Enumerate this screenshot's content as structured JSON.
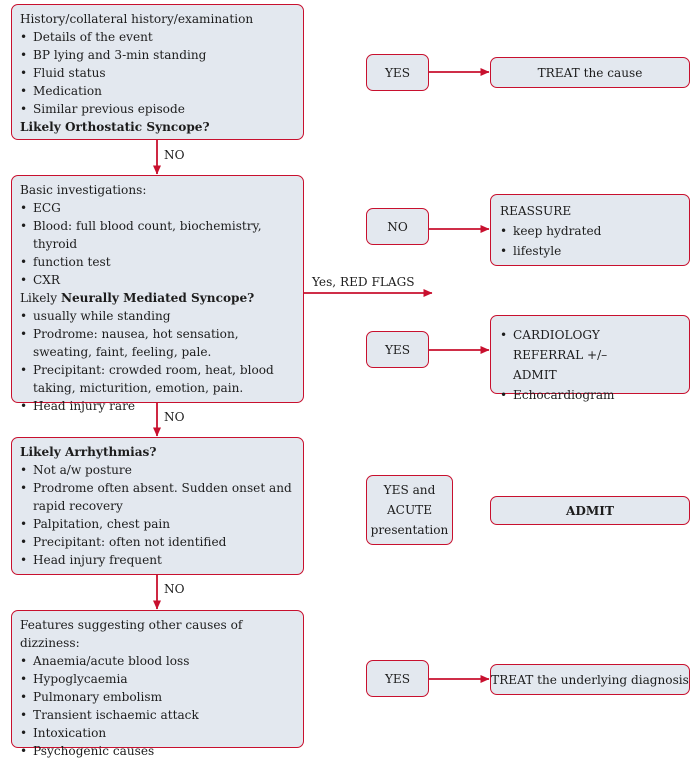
{
  "box1": {
    "title": "History/collateral history/examination",
    "items": [
      "Details of the event",
      "BP lying and 3-min standing",
      "Fluid status",
      "Medication",
      "Similar previous episode"
    ],
    "question": "Likely Orthostatic Syncope?"
  },
  "box2": {
    "title": "Basic investigations:",
    "items": [
      "ECG",
      "Blood: full blood count, biochemistry, thyroid",
      "function test",
      "CXR"
    ],
    "question_prefix": "Likely ",
    "question_bold": "Neurally Mediated Syncope?",
    "items2": [
      "usually while standing",
      "Prodrome: nausea, hot sensation, sweating, faint, feeling, pale.",
      "Precipitant: crowded room, heat, blood taking, micturition, emotion, pain.",
      "Head injury rare"
    ]
  },
  "box3": {
    "question": "Likely Arrhythmias?",
    "items": [
      "Not a/w posture",
      "Prodrome often absent. Sudden onset and rapid recovery",
      "Palpitation, chest pain",
      "Precipitant: often not identified",
      "Head injury frequent"
    ]
  },
  "box4": {
    "title": "Features suggesting other causes of dizziness:",
    "items": [
      "Anaemia/acute blood loss",
      "Hypoglycaemia",
      "Pulmonary embolism",
      "Transient ischaemic attack",
      "Intoxication",
      "Psychogenic causes"
    ]
  },
  "decisions": {
    "d1": "YES",
    "d2": "NO",
    "d3": "YES",
    "d4_lines": [
      "YES and",
      "ACUTE",
      "presentation"
    ],
    "d5": "YES"
  },
  "outcomes": {
    "o1": "TREAT the cause",
    "o2_title": "REASSURE",
    "o2_items": [
      "keep hydrated",
      "lifestyle"
    ],
    "o3_items": [
      "CARDIOLOGY REFERRAL +/– ADMIT",
      "Echocardiogram"
    ],
    "o4": "ADMIT",
    "o5": "TREAT the underlying diagnosis"
  },
  "edges": {
    "no1": "NO",
    "no2": "NO",
    "no3": "NO",
    "red_flags": "Yes, RED FLAGS"
  },
  "colors": {
    "border": "#c8102e",
    "fill": "#e3e8ef"
  }
}
